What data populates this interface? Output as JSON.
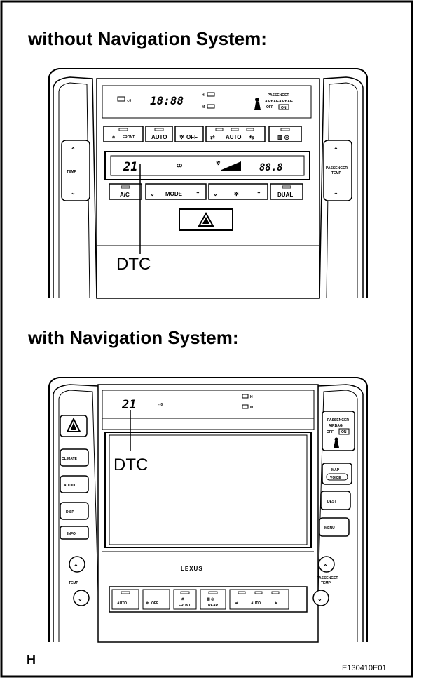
{
  "headings": {
    "without_nav": "without Navigation System:",
    "with_nav": "with Navigation System:"
  },
  "corner_letter": "H",
  "figure_code": "E130410E01",
  "callout": "DTC",
  "panel_a": {
    "clock": "18:88",
    "indicator_h": "H",
    "indicator_m": "M",
    "passenger_airbag_title": "PASSENGER",
    "airbag_left": "AIRBAG",
    "airbag_right": "AIRBAG",
    "airbag_off": "OFF",
    "airbag_on": "ON",
    "lcd_code": "21",
    "lcd_temp": "88.8",
    "btn_front": "FRONT",
    "btn_auto_left": "AUTO",
    "btn_off": "OFF",
    "btn_auto_mid": "AUTO",
    "btn_ac": "A/C",
    "btn_mode": "MODE",
    "btn_dual": "DUAL",
    "temp_left": "TEMP",
    "temp_right_title": "PASSENGER",
    "temp_right": "TEMP"
  },
  "panel_b": {
    "top_code": "21",
    "indicator_h": "H",
    "indicator_m": "M",
    "btn_climate": "CLIMATE",
    "btn_audio": "AUDIO",
    "btn_disp": "DISP",
    "btn_info": "INFO",
    "airbag_title": "PASSENGER",
    "airbag_label": "AIRBAG",
    "airbag_off": "OFF",
    "airbag_on": "ON",
    "btn_map": "MAP",
    "btn_voice": "VOICE",
    "btn_dest": "DEST",
    "btn_menu": "MENU",
    "brand": "LEXUS",
    "temp_left": "TEMP",
    "temp_right_title": "PASSENGER",
    "temp_right": "TEMP",
    "btn_auto_left": "AUTO",
    "btn_off": "OFF",
    "btn_front": "FRONT",
    "btn_rear": "REAR",
    "btn_auto_right": "AUTO"
  }
}
